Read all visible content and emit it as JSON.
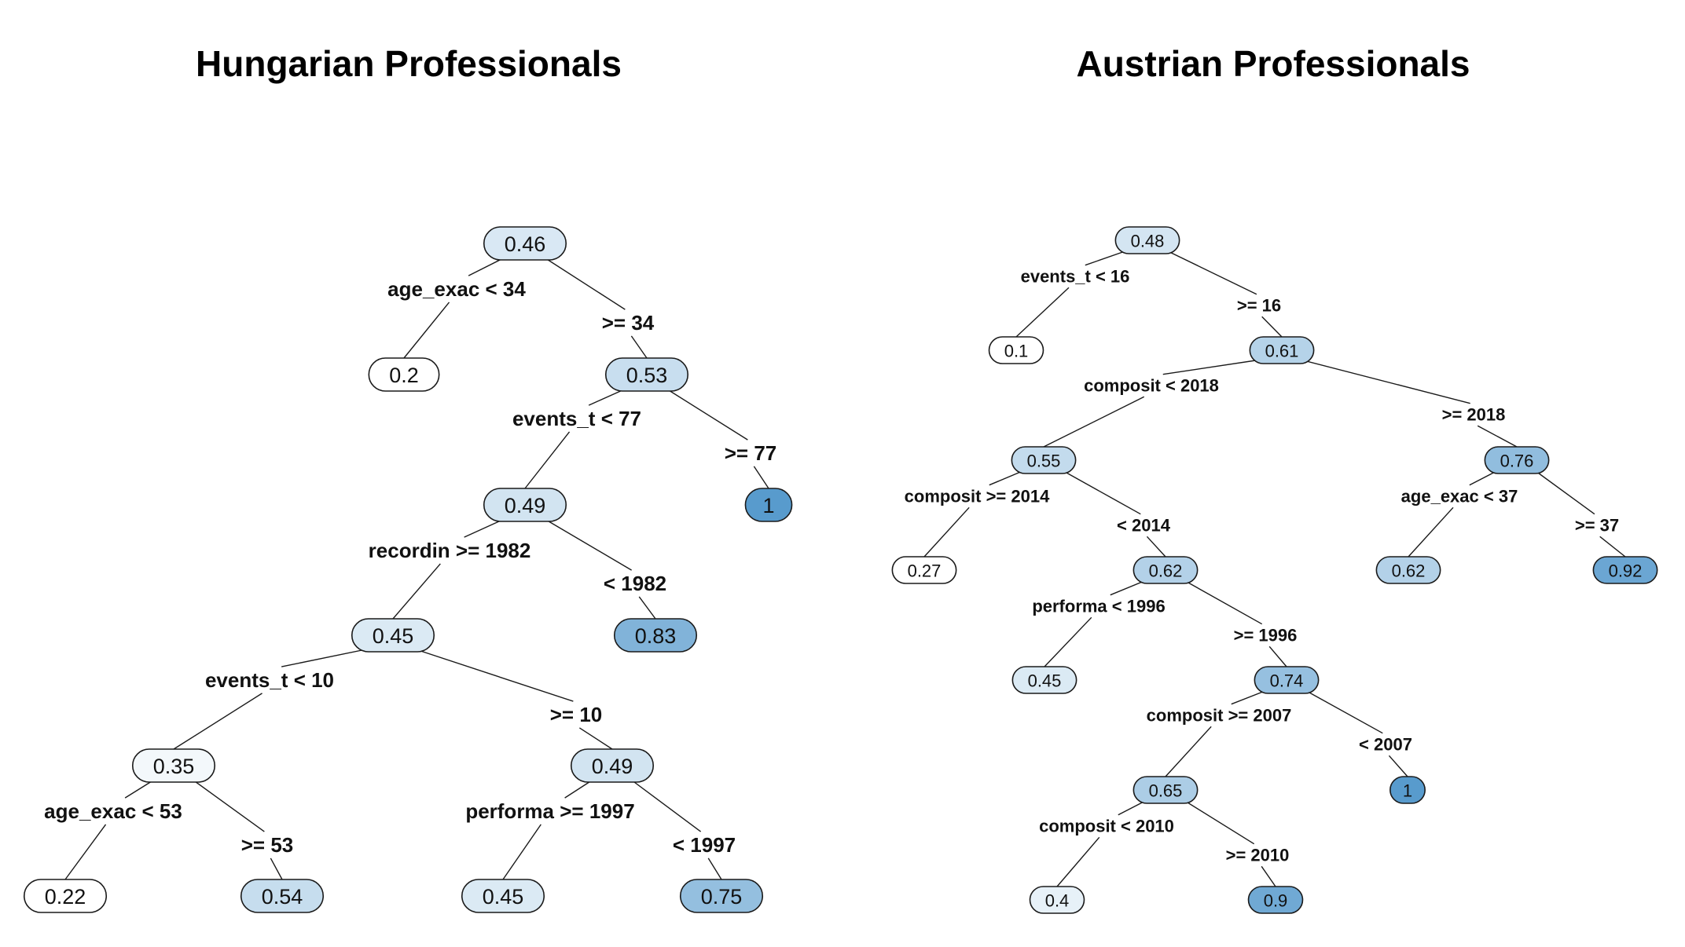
{
  "trees": [
    {
      "title": "Hungarian Professionals",
      "nodes": [
        {
          "id": "h0",
          "value": "0.46"
        },
        {
          "id": "h1",
          "value": "0.2"
        },
        {
          "id": "h2",
          "value": "0.53"
        },
        {
          "id": "h3",
          "value": "0.49"
        },
        {
          "id": "h4",
          "value": "1"
        },
        {
          "id": "h5",
          "value": "0.45"
        },
        {
          "id": "h6",
          "value": "0.83"
        },
        {
          "id": "h7",
          "value": "0.35"
        },
        {
          "id": "h8",
          "value": "0.49"
        },
        {
          "id": "h9",
          "value": "0.22"
        },
        {
          "id": "h10",
          "value": "0.54"
        },
        {
          "id": "h11",
          "value": "0.45"
        },
        {
          "id": "h12",
          "value": "0.75"
        }
      ],
      "edges": [
        {
          "from": "h0",
          "to": "h1",
          "label": "age_exac < 34"
        },
        {
          "from": "h0",
          "to": "h2",
          "label": ">= 34"
        },
        {
          "from": "h2",
          "to": "h3",
          "label": "events_t < 77"
        },
        {
          "from": "h2",
          "to": "h4",
          "label": ">= 77"
        },
        {
          "from": "h3",
          "to": "h5",
          "label": "recordin >= 1982"
        },
        {
          "from": "h3",
          "to": "h6",
          "label": "< 1982"
        },
        {
          "from": "h5",
          "to": "h7",
          "label": "events_t < 10"
        },
        {
          "from": "h5",
          "to": "h8",
          "label": ">= 10"
        },
        {
          "from": "h7",
          "to": "h9",
          "label": "age_exac < 53"
        },
        {
          "from": "h7",
          "to": "h10",
          "label": ">= 53"
        },
        {
          "from": "h8",
          "to": "h11",
          "label": "performa >= 1997"
        },
        {
          "from": "h8",
          "to": "h12",
          "label": "< 1997"
        }
      ]
    },
    {
      "title": "Austrian Professionals",
      "nodes": [
        {
          "id": "a0",
          "value": "0.48"
        },
        {
          "id": "a1",
          "value": "0.1"
        },
        {
          "id": "a2",
          "value": "0.61"
        },
        {
          "id": "a3",
          "value": "0.55"
        },
        {
          "id": "a4",
          "value": "0.76"
        },
        {
          "id": "a5",
          "value": "0.27"
        },
        {
          "id": "a6",
          "value": "0.62"
        },
        {
          "id": "a7",
          "value": "0.62"
        },
        {
          "id": "a8",
          "value": "0.92"
        },
        {
          "id": "a9",
          "value": "0.45"
        },
        {
          "id": "a10",
          "value": "0.74"
        },
        {
          "id": "a11",
          "value": "0.65"
        },
        {
          "id": "a12",
          "value": "1"
        },
        {
          "id": "a13",
          "value": "0.4"
        },
        {
          "id": "a14",
          "value": "0.9"
        }
      ],
      "edges": [
        {
          "from": "a0",
          "to": "a1",
          "label": "events_t < 16"
        },
        {
          "from": "a0",
          "to": "a2",
          "label": ">= 16"
        },
        {
          "from": "a2",
          "to": "a3",
          "label": "composit < 2018"
        },
        {
          "from": "a2",
          "to": "a4",
          "label": ">= 2018"
        },
        {
          "from": "a3",
          "to": "a5",
          "label": "composit >= 2014"
        },
        {
          "from": "a3",
          "to": "a6",
          "label": "< 2014"
        },
        {
          "from": "a4",
          "to": "a7",
          "label": "age_exac < 37"
        },
        {
          "from": "a4",
          "to": "a8",
          "label": ">= 37"
        },
        {
          "from": "a6",
          "to": "a9",
          "label": "performa < 1996"
        },
        {
          "from": "a6",
          "to": "a10",
          "label": ">= 1996"
        },
        {
          "from": "a10",
          "to": "a11",
          "label": "composit >= 2007"
        },
        {
          "from": "a10",
          "to": "a12",
          "label": "< 2007"
        },
        {
          "from": "a11",
          "to": "a13",
          "label": "composit < 2010"
        },
        {
          "from": "a11",
          "to": "a14",
          "label": ">= 2010"
        }
      ]
    }
  ]
}
